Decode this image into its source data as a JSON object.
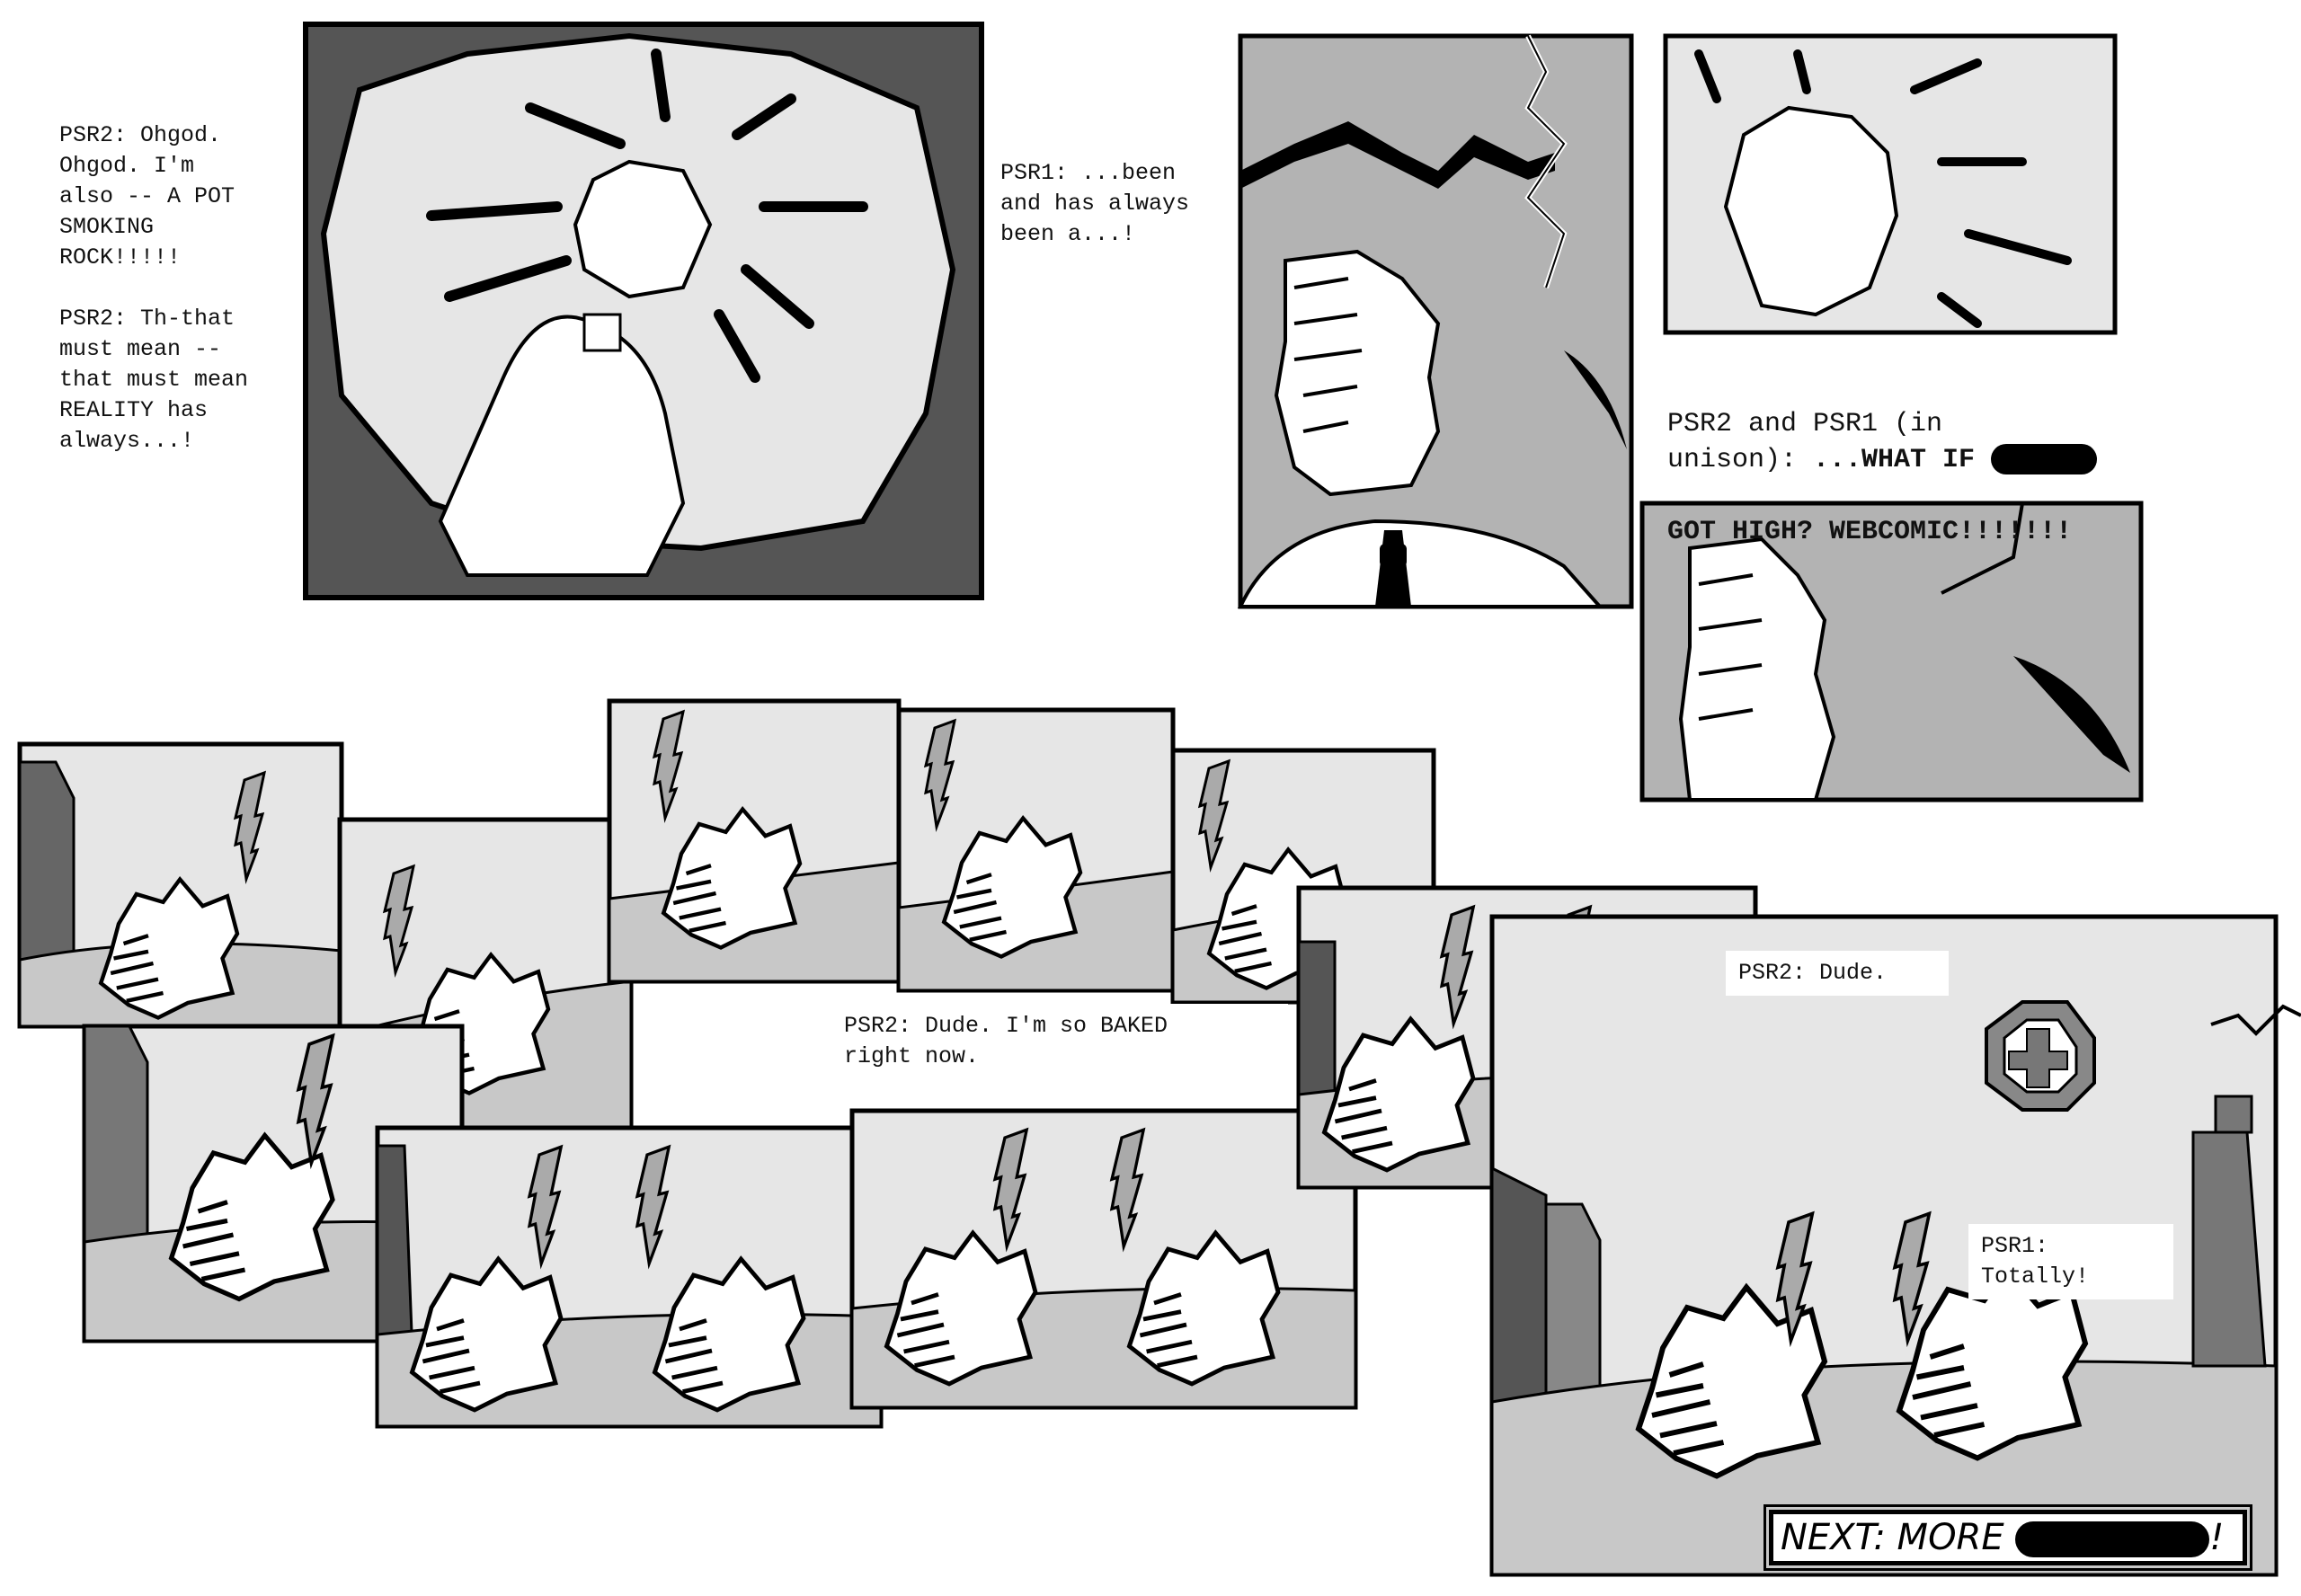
{
  "captions": {
    "c1": "PSR2: Ohgod.\nOhgod.  I'm\nalso -- A POT\nSMOKING\nROCK!!!!!\n\nPSR2:  Th-that\nmust mean --\nthat must mean\nREALITY has\nalways...!",
    "c2": "PSR1:  ...been\nand has always\nbeen a...!",
    "c3_lead": "PSR2 and PSR1 (in\nunison):  ",
    "c3_bold1": "...WHAT IF ",
    "c3_bold2": "GOT HIGH?  WEBCOMIC!!!!!!!",
    "c4": "PSR2:  Dude.  I'm so BAKED\nright now.",
    "c5": "PSR2:  Dude.",
    "c6": "PSR1:\nTotally!",
    "next_prefix": "NEXT: MORE ",
    "next_suffix": "!"
  },
  "colors": {
    "ink": "#000000",
    "paper": "#ffffff",
    "dark_gray": "#555555",
    "mid_gray": "#b3b3b3",
    "light_gray": "#e6e6e6"
  }
}
